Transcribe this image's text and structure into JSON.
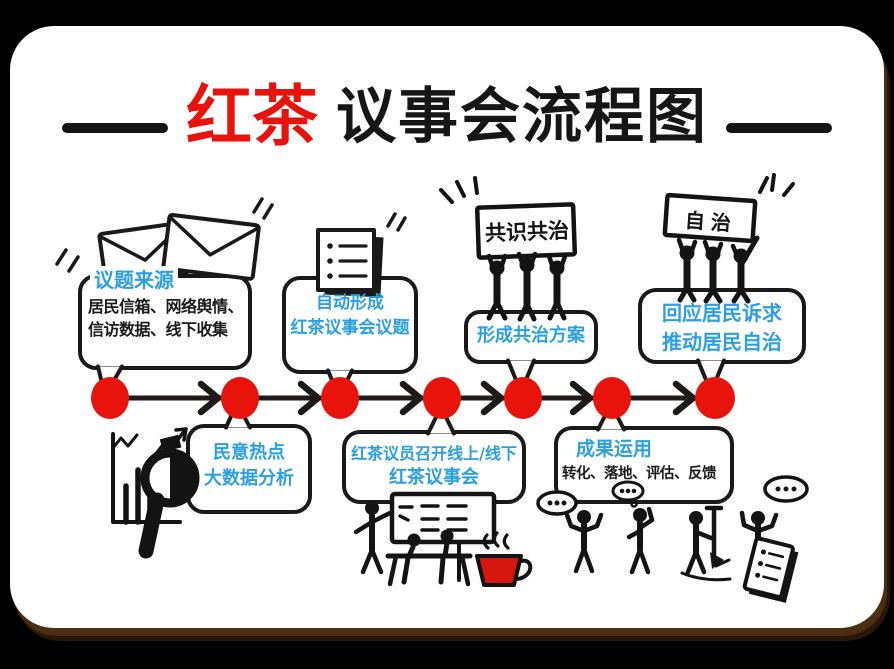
{
  "colors": {
    "page_bg": "#000000",
    "board_bg": "#ffffff",
    "ink": "#1a1a1a",
    "accent_red": "#e8140c",
    "text_blue": "#2b9fe0",
    "shadow_brown": "#4a2f12"
  },
  "title": {
    "red_text": "红茶",
    "black_text": "议事会流程图"
  },
  "timeline": {
    "node_count": 7,
    "node_color": "#e8140c",
    "direction": "left-to-right"
  },
  "bubbles": {
    "topic_source": {
      "heading": "议题来源",
      "lines": [
        "居民信箱、网络舆情、",
        "信访数据、线下收集"
      ]
    },
    "auto_form": {
      "lines": [
        "自动形成",
        "红茶议事会议题"
      ]
    },
    "gov_plan": {
      "lines": [
        "形成共治方案"
      ]
    },
    "respond": {
      "lines": [
        "回应居民诉求",
        "推动居民自治"
      ]
    },
    "hotspot": {
      "lines": [
        "民意热点",
        "大数据分析"
      ]
    },
    "meeting": {
      "lines": [
        "红茶议员召开线上/线下",
        "红茶议事会"
      ]
    },
    "results": {
      "heading": "成果运用",
      "lines": [
        "转化、落地、评估、反馈"
      ]
    }
  },
  "signs": {
    "consensus": "共识共治",
    "autonomy": "自治"
  },
  "icons": {
    "envelopes-icon": "two mail envelopes",
    "checklist-icon": "notepad with bullet list",
    "consensus-sign-holders-icon": "three figures holding banner",
    "autonomy-sign-holders-icon": "three cheering figures holding banner",
    "data-analysis-icon": "bar chart with trend arrow and magnifier",
    "meeting-icon": "presenter, whiteboard, seated figures, red teacup",
    "discussion-icon": "four talking figures with shovel and document"
  }
}
